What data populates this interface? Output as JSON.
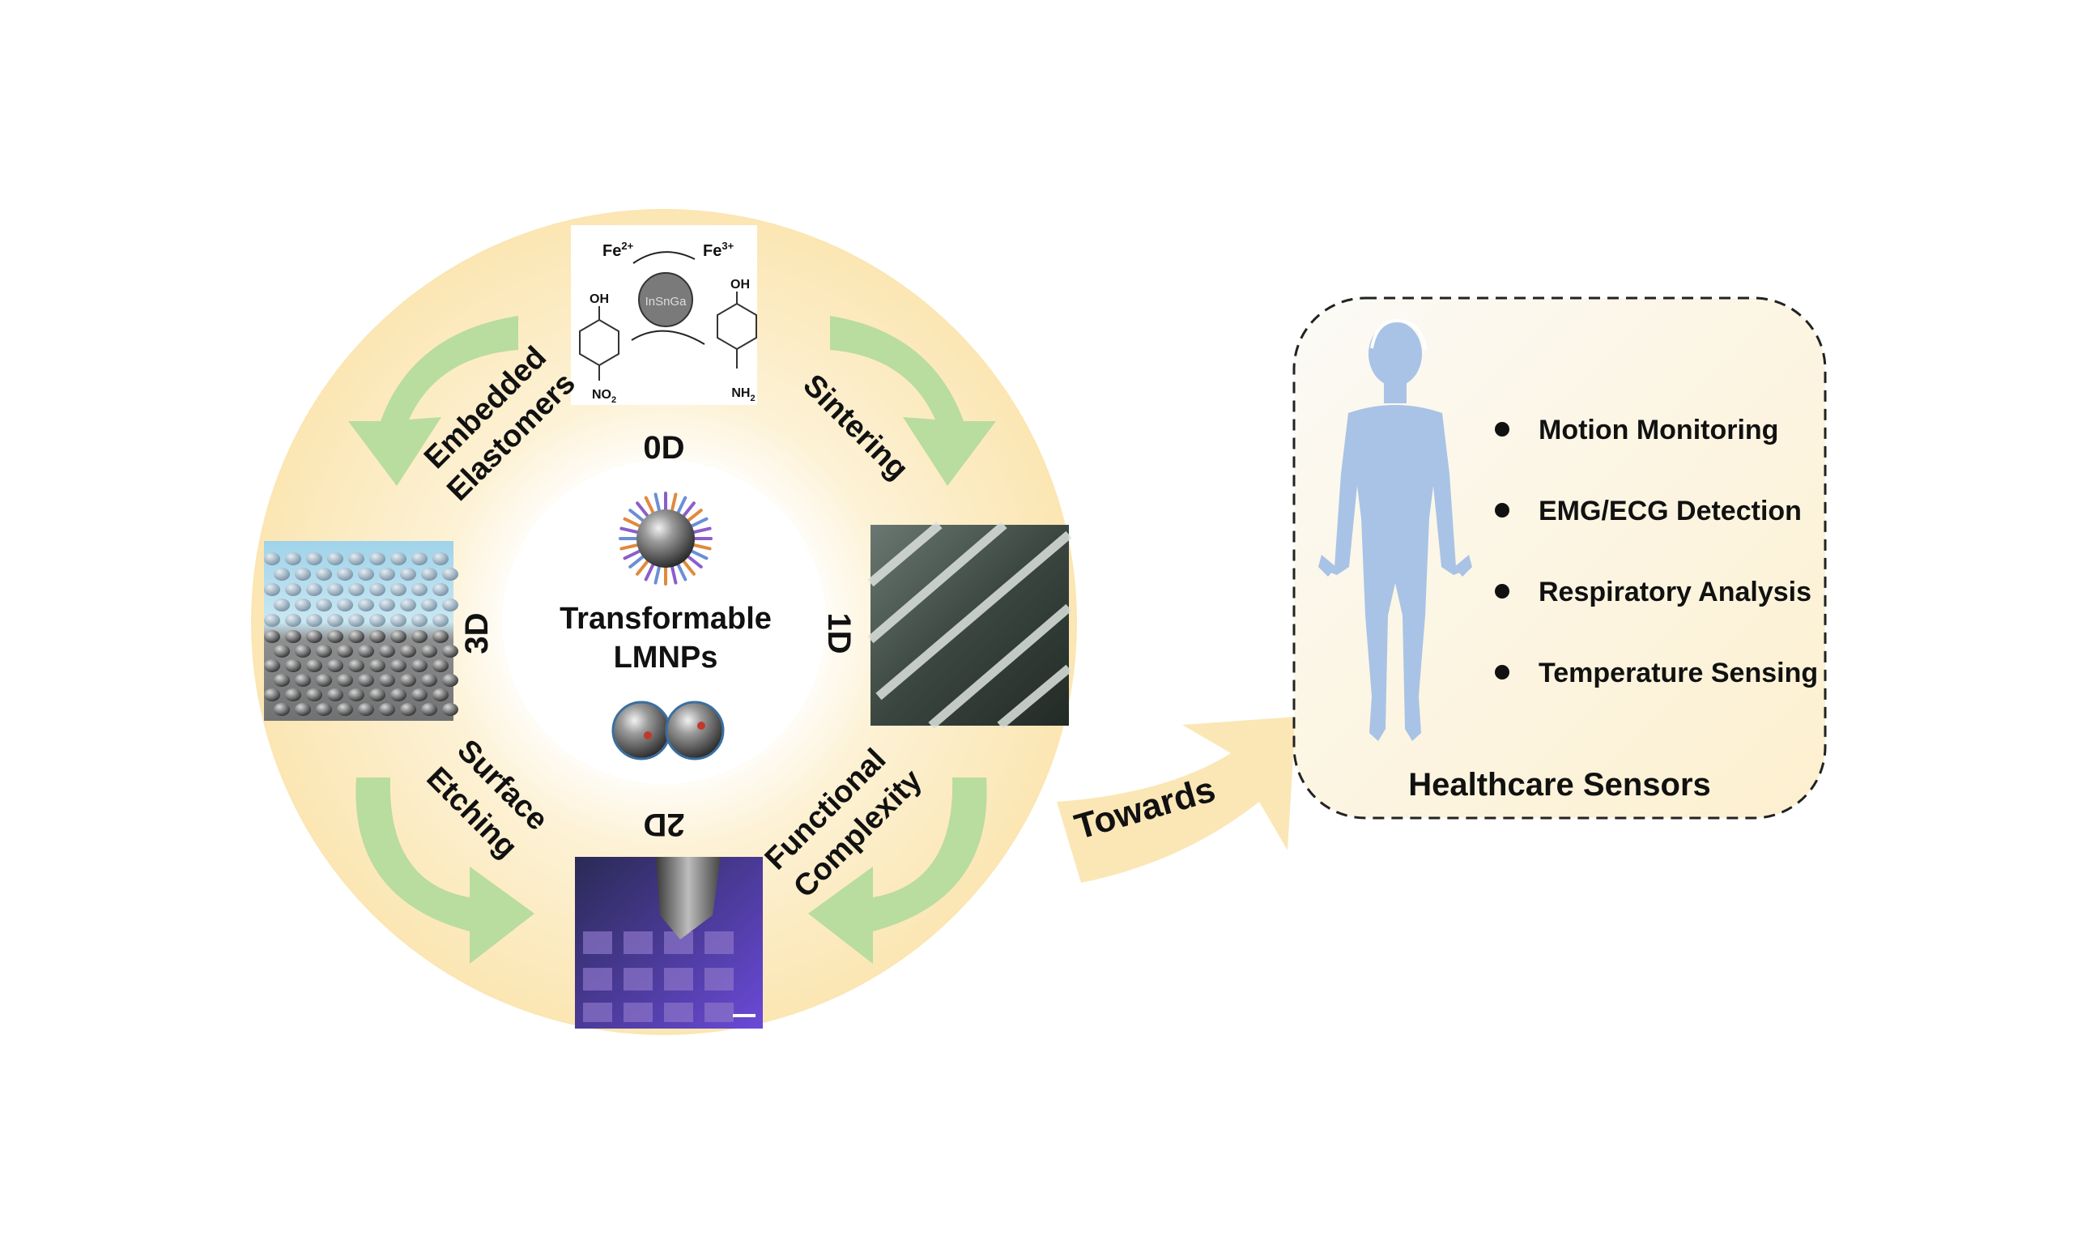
{
  "center": {
    "title_line1": "Transformable",
    "title_line2": "LMNPs"
  },
  "dimensions": {
    "zero_d": "0D",
    "one_d": "1D",
    "two_d": "2D",
    "three_d": "3D"
  },
  "processes": {
    "embedded_line1": "Embedded",
    "embedded_line2": "Elastomers",
    "sintering": "Sintering",
    "functional_line1": "Functional",
    "functional_line2": "Complexity",
    "surface_line1": "Surface",
    "surface_line2": "Etching"
  },
  "chemistry": {
    "fe2": "Fe",
    "fe2_sup": "2+",
    "fe3": "Fe",
    "fe3_sup": "3+",
    "catalyst": "InSnGa",
    "oh_left": "OH",
    "oh_right": "OH",
    "no2": "NO",
    "no2_sub": "2",
    "nh2": "NH",
    "nh2_sub": "2"
  },
  "towards": "Towards",
  "sensors": {
    "title": "Healthcare Sensors",
    "items": [
      "Motion Monitoring",
      "EMG/ECG Detection",
      "Respiratory Analysis",
      "Temperature Sensing"
    ]
  },
  "colors": {
    "ring": "#fbe7b6",
    "arrow_green": "#b9dc9f",
    "body_blue": "#a9c3e6",
    "panel_fill": "#fdf3da",
    "towards_arrow": "#fbe7b6"
  }
}
